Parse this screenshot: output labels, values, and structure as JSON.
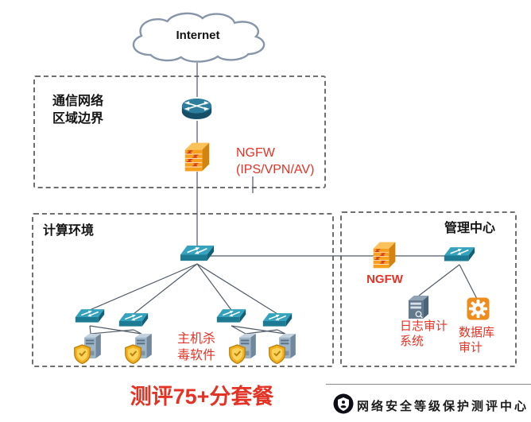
{
  "internet": {
    "label": "Internet"
  },
  "zones": {
    "boundary": {
      "label": "通信网络\n区域边界"
    },
    "computing": {
      "label": "计算环境"
    },
    "management": {
      "label": "管理中心"
    }
  },
  "devices": {
    "boundary_ngfw_label": "NGFW\n(IPS/VPN/AV)",
    "host_antivirus_label": "主机杀\n毒软件",
    "management_ngfw_label": "NGFW",
    "log_audit_label": "日志审计\n系统",
    "db_audit_label": "数据库\n审计"
  },
  "caption": "测评75+分套餐",
  "footer": {
    "brand": "网络安全等级保护测评中心"
  },
  "colors": {
    "accent_red": "#e43225",
    "firewall_orange": "#f7a01b",
    "device_teal": "#2c89a8",
    "connector_gray": "#4f5b66"
  }
}
